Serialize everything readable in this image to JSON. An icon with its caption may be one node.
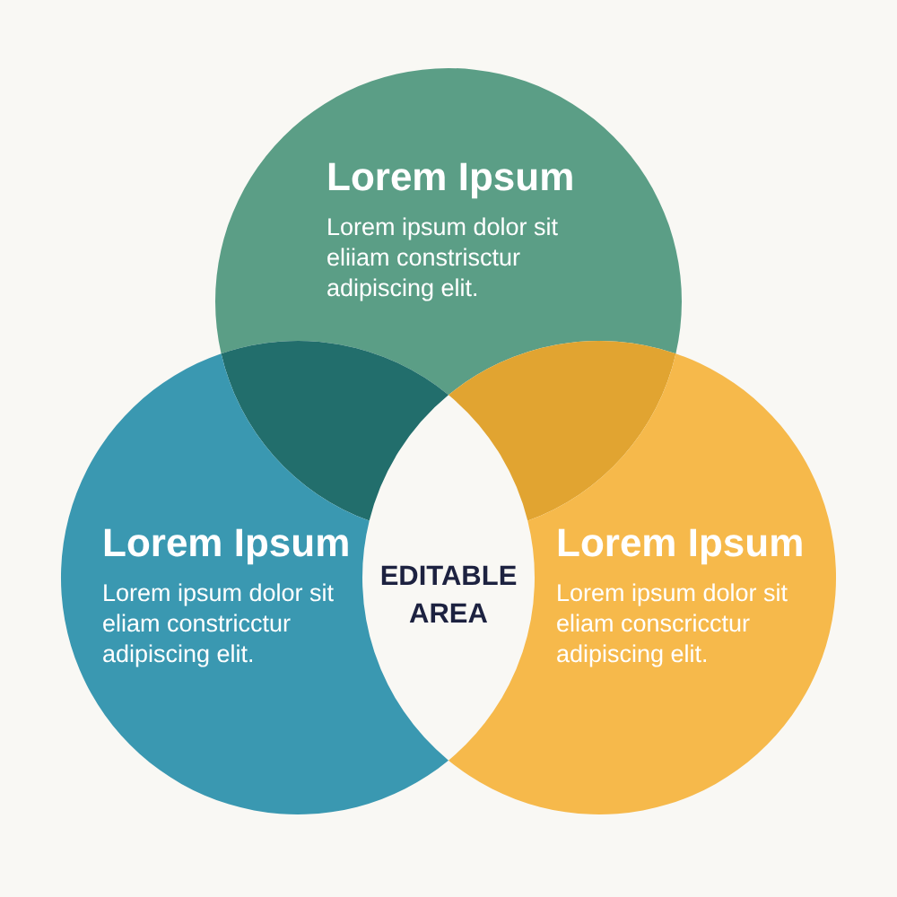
{
  "diagram": {
    "nodes": [
      {
        "text": [
          "Lorem Ipsum",
          "Lorem ipsum dolor sit eliiam constrisctur adipiscing elit."
        ]
      },
      {
        "text": [],
        "shape": "lens"
      },
      {
        "text": [],
        "shape": "lens"
      },
      {
        "text": [
          "Lorem Ipsum",
          "Lorem ipsum dolor sit eliam constricctur adipiscing elit."
        ]
      },
      {
        "text": [
          "EDITABLE AREA"
        ]
      },
      {
        "text": [
          "Lorem Ipsum",
          "Lorem ipsum dolor sit eliam conscricctur adipiscing elit."
        ]
      }
    ]
  }
}
